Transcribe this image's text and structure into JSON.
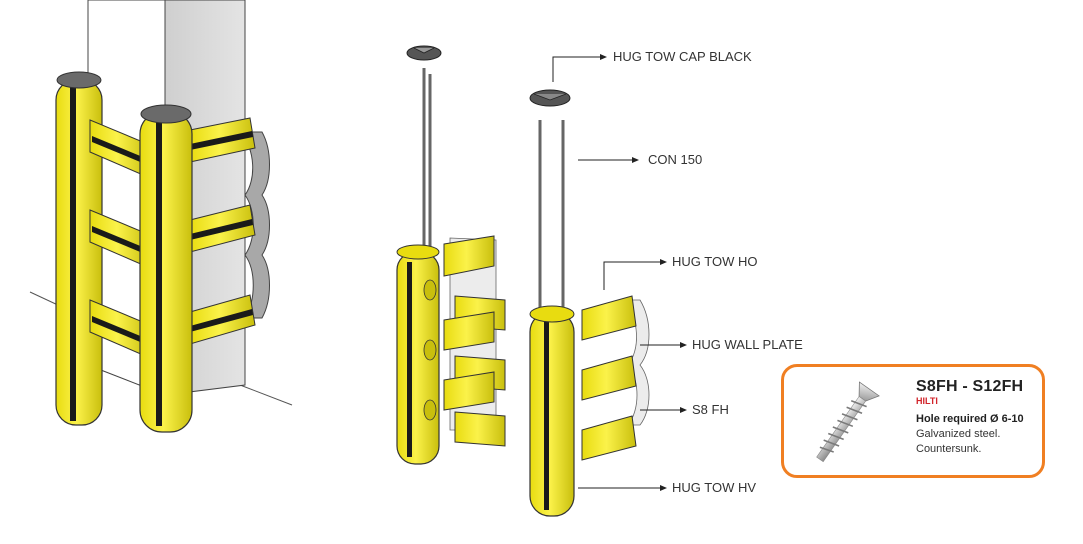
{
  "colors": {
    "yellow": "#f5ea1a",
    "yellow_shadow": "#c9bf0d",
    "black_stripe": "#1a1a1a",
    "wall": "#dcdcdc",
    "wall_face": "#f3f3f3",
    "plate": "#9a9a9a",
    "accent_orange": "#f07f22",
    "brand_red": "#d2232a"
  },
  "labels": {
    "cap": "HUG TOW CAP BLACK",
    "connector": "CON 150",
    "horizontal": "HUG TOW HO",
    "wall_plate": "HUG WALL PLATE",
    "anchor": "S8 FH",
    "vertical": "HUG TOW HV"
  },
  "product_card": {
    "title": "S8FH - S12FH",
    "brand": "HILTI",
    "hole": "Hole required Ø 6-10",
    "material": "Galvanized steel.",
    "finish": "Countersunk.",
    "image_icon": "screw-anchor-icon"
  }
}
